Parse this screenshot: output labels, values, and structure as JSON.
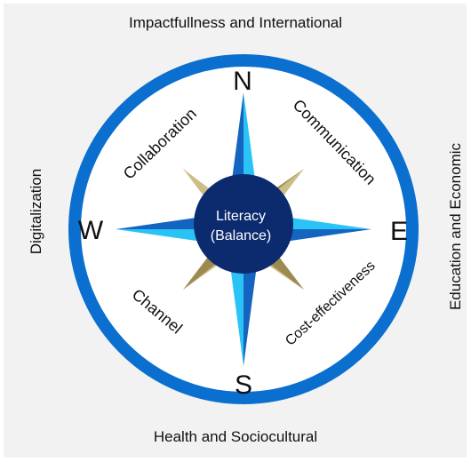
{
  "labels": {
    "top": "Impactfullness and International",
    "bottom": "Health and Sociocultural",
    "left": "Digitalization",
    "right": "Education and Economic"
  },
  "directions": {
    "north": "N",
    "south": "S",
    "east": "E",
    "west": "W"
  },
  "quadrants": {
    "nw": "Collaboration",
    "ne": "Communication",
    "sw": "Channel",
    "se": "Cost-effectiveness"
  },
  "center": {
    "line1": "Literacy",
    "line2": "(Balance)"
  },
  "colors": {
    "ring": "#0a6fce",
    "navy": "#0c2a6e",
    "star_dark": "#1565c0",
    "star_light": "#29c3f6",
    "gold": "#9c8a50",
    "gold_light": "#cdbd86"
  }
}
